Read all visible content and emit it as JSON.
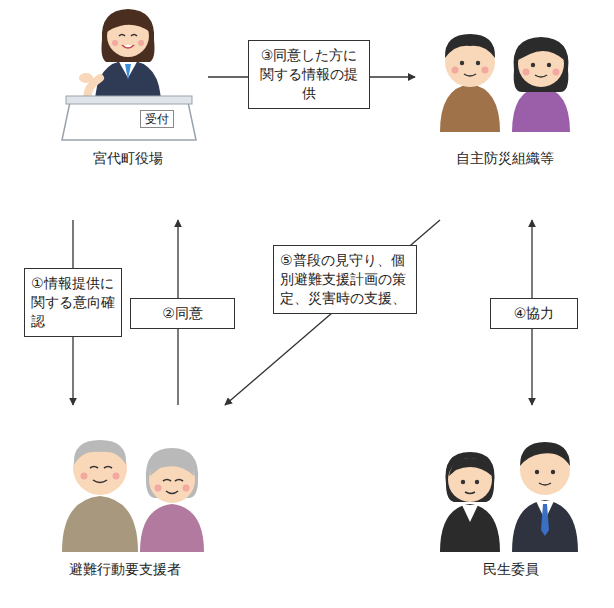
{
  "diagram": {
    "nodes": [
      {
        "text": [
          "宮代町役場"
        ]
      },
      {
        "text": [
          "自主防災組織等"
        ]
      },
      {
        "text": [
          "避難行動要支援者"
        ]
      },
      {
        "text": [
          "民生委員"
        ]
      }
    ],
    "edges": [
      {
        "from": 0,
        "to": 1,
        "label": "③同意した方に関する情報の提供",
        "arrow": "to"
      },
      {
        "from": 0,
        "to": 2,
        "label": "①情報提供に関する意向確認",
        "arrow": "to"
      },
      {
        "from": 2,
        "to": 0,
        "label": "②同意",
        "arrow": "to"
      },
      {
        "from": 1,
        "to": 3,
        "label": "④協力",
        "arrow": "both"
      },
      {
        "from": 1,
        "to": 2,
        "label": "⑤普段の見守り、個別避難支援計画の策定、災害時の支援、",
        "arrow": "to"
      }
    ],
    "labels": [
      "受付"
    ]
  }
}
